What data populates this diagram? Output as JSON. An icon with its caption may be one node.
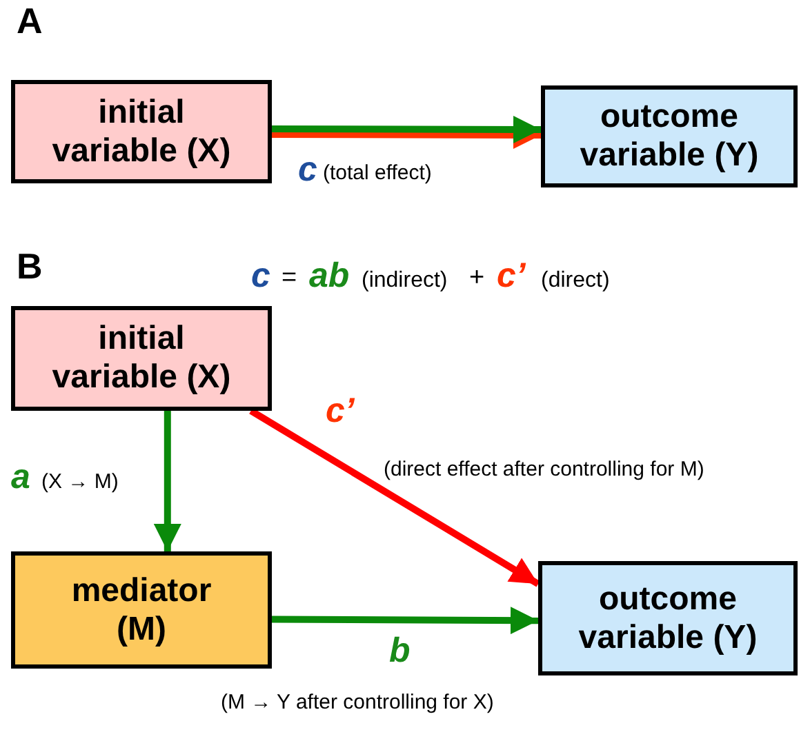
{
  "diagram": {
    "nodes": [
      {
        "text": [
          "initial variable (X)"
        ]
      },
      {
        "text": [
          "outcome variable (Y)"
        ]
      },
      {
        "text": [
          "initial variable (X)"
        ]
      },
      {
        "text": [
          "mediator (M)"
        ]
      },
      {
        "text": [
          "outcome variable (Y)"
        ]
      }
    ],
    "edges": [
      {
        "from": 0,
        "to": 1,
        "arrow": "to",
        "label": "c",
        "color": "#ff3300"
      },
      {
        "from": 2,
        "to": 3,
        "arrow": "to",
        "label": "a"
      },
      {
        "from": 2,
        "to": 4,
        "arrow": "to",
        "label": "c’",
        "color": "#ff0000"
      },
      {
        "from": 3,
        "to": 4,
        "arrow": "to",
        "label": "b"
      }
    ],
    "labels": [
      "A",
      "(total effect)",
      "B",
      "c",
      "=",
      "ab",
      "(indirect)",
      "+",
      "c’",
      "(direct)",
      "(X → M)",
      "(direct effect after controlling for M)",
      "(M → Y after controlling for X)"
    ]
  }
}
